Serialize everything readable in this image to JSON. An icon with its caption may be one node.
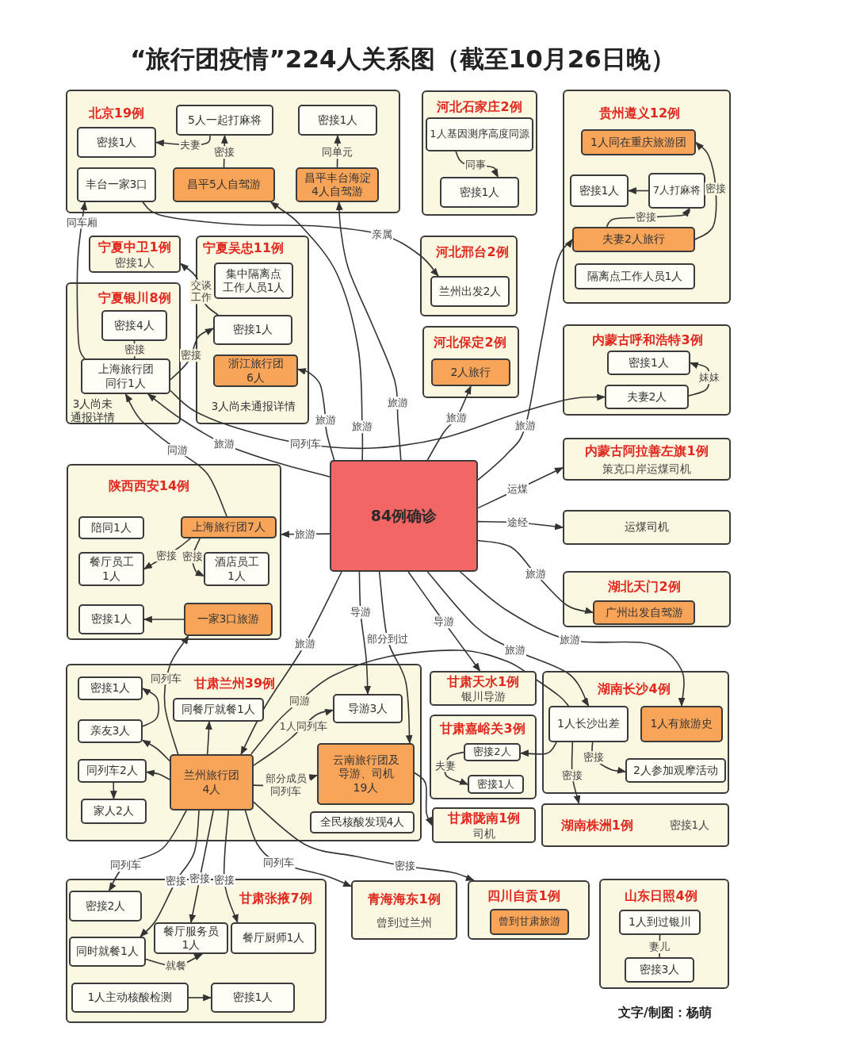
{
  "diagram": {
    "title": "“旅行团疫情”224人关系图（截至10月26日晚）",
    "nodes": [
      {
        "text": [
          "北京19例"
        ]
      },
      {
        "text": [
          "密接1人"
        ],
        "in": 0
      },
      {
        "text": [
          "5人一起打麻将"
        ],
        "in": 0
      },
      {
        "text": [
          "密接1人"
        ],
        "in": 0
      },
      {
        "text": [
          "丰台一家3口"
        ],
        "in": 0
      },
      {
        "text": [
          "昌平5人自驾游"
        ],
        "in": 0
      },
      {
        "text": [
          "昌平丰台海淀4人自驾游"
        ],
        "in": 0
      },
      {
        "text": [
          "河北石家庄2例"
        ]
      },
      {
        "text": [
          "1人基因测序高度同源"
        ],
        "in": 7
      },
      {
        "text": [
          "密接1人"
        ],
        "in": 7
      },
      {
        "text": [
          "贵州遵义12例"
        ]
      },
      {
        "text": [
          "1人同在重庆旅游团"
        ],
        "in": 10
      },
      {
        "text": [
          "密接1人"
        ],
        "in": 10
      },
      {
        "text": [
          "7人打麻将"
        ],
        "in": 10
      },
      {
        "text": [
          "夫妻2人旅行"
        ],
        "in": 10
      },
      {
        "text": [
          "隔离点工作人员1人"
        ],
        "in": 10
      },
      {
        "text": [
          "宁夏中卫1例",
          "密接1人"
        ]
      },
      {
        "text": [
          "宁夏吴忠11例",
          "3人尚未通报详情"
        ]
      },
      {
        "text": [
          "集中隔离点工作人员1人"
        ],
        "in": 17
      },
      {
        "text": [
          "密接1人"
        ],
        "in": 17
      },
      {
        "text": [
          "浙江旅行团6人"
        ],
        "in": 17
      },
      {
        "text": [
          "河北邢台2例"
        ]
      },
      {
        "text": [
          "兰州出发2人"
        ],
        "in": 21
      },
      {
        "text": [
          "宁夏银川8例",
          "3人尚未通报详情"
        ]
      },
      {
        "text": [
          "密接4人"
        ],
        "in": 23
      },
      {
        "text": [
          "上海旅行团同行1人"
        ],
        "in": 23
      },
      {
        "text": [
          "河北保定2例"
        ]
      },
      {
        "text": [
          "2人旅行"
        ],
        "in": 26
      },
      {
        "text": [
          "内蒙古呼和浩特3例"
        ]
      },
      {
        "text": [
          "密接1人"
        ],
        "in": 28
      },
      {
        "text": [
          "夫妻2人"
        ],
        "in": 28
      },
      {
        "text": [
          "内蒙古阿拉善左旗1例",
          "策克口岸运煤司机"
        ]
      },
      {
        "text": [
          "陕西西安14例"
        ]
      },
      {
        "text": [
          "陪同1人"
        ],
        "in": 32
      },
      {
        "text": [
          "上海旅行团7人"
        ],
        "in": 32
      },
      {
        "text": [
          "餐厅员工1人"
        ],
        "in": 32
      },
      {
        "text": [
          "酒店员工1人"
        ],
        "in": 32
      },
      {
        "text": [
          "密接1人"
        ],
        "in": 32
      },
      {
        "text": [
          "一家3口旅游"
        ],
        "in": 32
      },
      {
        "text": [
          "84例确诊"
        ]
      },
      {
        "text": [
          "运煤司机"
        ]
      },
      {
        "text": [
          "湖北天门2例"
        ]
      },
      {
        "text": [
          "广州出发自驾游"
        ],
        "in": 41
      },
      {
        "text": [
          "甘肃兰州39例"
        ]
      },
      {
        "text": [
          "密接1人"
        ],
        "in": 43
      },
      {
        "text": [
          "同餐厅就餐1人"
        ],
        "in": 43
      },
      {
        "text": [
          "导游3人"
        ],
        "in": 43
      },
      {
        "text": [
          "亲友3人"
        ],
        "in": 43
      },
      {
        "text": [
          "兰州旅行团4人"
        ],
        "in": 43
      },
      {
        "text": [
          "云南旅行团及导游、司机19人"
        ],
        "in": 43
      },
      {
        "text": [
          "同列车2人"
        ],
        "in": 43
      },
      {
        "text": [
          "家人2人"
        ],
        "in": 43
      },
      {
        "text": [
          "全民核酸发现4人"
        ],
        "in": 43
      },
      {
        "text": [
          "甘肃天水1例",
          "银川导游"
        ]
      },
      {
        "text": [
          "湖南长沙4例"
        ]
      },
      {
        "text": [
          "1人长沙出差"
        ],
        "in": 54
      },
      {
        "text": [
          "1人有旅游史"
        ],
        "in": 54
      },
      {
        "text": [
          "2人参加观摩活动"
        ],
        "in": 54
      },
      {
        "text": [
          "甘肃嘉峪关3例"
        ]
      },
      {
        "text": [
          "密接2人"
        ],
        "in": 58
      },
      {
        "text": [
          "密接1人"
        ],
        "in": 58
      },
      {
        "text": [
          "湖南株洲1例",
          "密接1人"
        ]
      },
      {
        "text": [
          "甘肃陇南1例",
          "司机"
        ]
      },
      {
        "text": [
          "甘肃张掖7例"
        ]
      },
      {
        "text": [
          "密接2人"
        ],
        "in": 63
      },
      {
        "text": [
          "餐厅服务员1人"
        ],
        "in": 63
      },
      {
        "text": [
          "餐厅厨师1人"
        ],
        "in": 63
      },
      {
        "text": [
          "同时就餐1人"
        ],
        "in": 63
      },
      {
        "text": [
          "1人主动核酸检测"
        ],
        "in": 63
      },
      {
        "text": [
          "密接1人"
        ],
        "in": 63
      },
      {
        "text": [
          "青海海东1例",
          "曾到过兰州"
        ]
      },
      {
        "text": [
          "四川自贡1例"
        ]
      },
      {
        "text": [
          "曾到甘肃旅游"
        ],
        "in": 71
      },
      {
        "text": [
          "山东日照4例"
        ]
      },
      {
        "text": [
          "1人到过银川"
        ],
        "in": 73
      },
      {
        "text": [
          "密接3人"
        ],
        "in": 73
      }
    ],
    "edges": [
      {
        "from": 2,
        "to": 1,
        "arrow": "to",
        "label": "夫妻"
      },
      {
        "from": 5,
        "to": 2,
        "arrow": "to",
        "label": "密接"
      },
      {
        "from": 6,
        "to": 3,
        "arrow": "to",
        "label": "同单元"
      },
      {
        "from": 8,
        "to": 9,
        "arrow": "to",
        "label": "同事"
      },
      {
        "from": 13,
        "to": 12,
        "arrow": "to"
      },
      {
        "from": 14,
        "to": 13,
        "arrow": "to",
        "label": "密接"
      },
      {
        "from": 14,
        "to": 11,
        "arrow": "to",
        "label": "密接"
      },
      {
        "from": 4,
        "to": 22,
        "arrow": "to",
        "label": "亲属"
      },
      {
        "from": 25,
        "to": 4,
        "arrow": "to",
        "label": "同车厢"
      },
      {
        "from": 19,
        "to": 16,
        "arrow": "to",
        "label": "交谈工作"
      },
      {
        "from": 25,
        "to": 24,
        "arrow": "none",
        "label": "密接"
      },
      {
        "from": 25,
        "to": 19,
        "arrow": "to",
        "label": "密接"
      },
      {
        "from": 30,
        "to": 29,
        "arrow": "to",
        "label": "妹妹"
      },
      {
        "from": 25,
        "to": 30,
        "arrow": "to",
        "label": "同列车"
      },
      {
        "from": 39,
        "to": 20,
        "arrow": "to",
        "label": "旅游"
      },
      {
        "from": 39,
        "to": 5,
        "arrow": "to",
        "label": "旅游"
      },
      {
        "from": 39,
        "to": 6,
        "arrow": "to",
        "label": "旅游"
      },
      {
        "from": 39,
        "to": 27,
        "arrow": "to",
        "label": "旅游"
      },
      {
        "from": 39,
        "to": 14,
        "arrow": "to",
        "label": "旅游"
      },
      {
        "from": 39,
        "to": 25,
        "arrow": "to",
        "label": "旅游"
      },
      {
        "from": 34,
        "to": 25,
        "arrow": "to",
        "label": "同游"
      },
      {
        "from": 39,
        "to": 32,
        "arrow": "to",
        "label": "旅游"
      },
      {
        "from": 34,
        "to": 35,
        "arrow": "to",
        "label": "密接"
      },
      {
        "from": 34,
        "to": 36,
        "arrow": "to",
        "label": "密接"
      },
      {
        "from": 38,
        "to": 37,
        "arrow": "to"
      },
      {
        "from": 39,
        "to": 31,
        "arrow": "to",
        "label": "运煤"
      },
      {
        "from": 39,
        "to": 40,
        "arrow": "to",
        "label": "途经"
      },
      {
        "from": 39,
        "to": 42,
        "arrow": "to",
        "label": "旅游"
      },
      {
        "from": 39,
        "to": 46,
        "arrow": "to",
        "label": "导游"
      },
      {
        "from": 39,
        "to": 49,
        "arrow": "to",
        "label": "部分到过"
      },
      {
        "from": 39,
        "to": 48,
        "arrow": "to",
        "label": "旅游"
      },
      {
        "from": 39,
        "to": 53,
        "arrow": "to",
        "label": "导游"
      },
      {
        "from": 39,
        "to": 55,
        "arrow": "to",
        "label": "旅游"
      },
      {
        "from": 39,
        "to": 56,
        "arrow": "to",
        "label": "旅游"
      },
      {
        "from": 48,
        "to": 38,
        "arrow": "to",
        "label": "同列车"
      },
      {
        "from": 47,
        "to": 44,
        "arrow": "to"
      },
      {
        "from": 48,
        "to": 47,
        "arrow": "to"
      },
      {
        "from": 48,
        "to": 45,
        "arrow": "to"
      },
      {
        "from": 48,
        "to": 50,
        "arrow": "to"
      },
      {
        "from": 50,
        "to": 51,
        "arrow": "to"
      },
      {
        "from": 48,
        "to": 46,
        "arrow": "to",
        "label": "1人同列车"
      },
      {
        "from": 48,
        "to": 49,
        "arrow": "to",
        "label": "部分成员同列车"
      },
      {
        "from": 48,
        "to": 55,
        "arrow": "none",
        "label": "同游"
      },
      {
        "from": 49,
        "to": 62,
        "arrow": "to"
      },
      {
        "from": 55,
        "to": 59,
        "arrow": "to"
      },
      {
        "from": 59,
        "to": 60,
        "arrow": "to",
        "label": "夫妻"
      },
      {
        "from": 55,
        "to": 57,
        "arrow": "to",
        "label": "密接"
      },
      {
        "from": 55,
        "to": 61,
        "arrow": "to",
        "label": "密接"
      },
      {
        "from": 48,
        "to": 64,
        "arrow": "to",
        "label": "同列车"
      },
      {
        "from": 48,
        "to": 67,
        "arrow": "to",
        "label": "密接"
      },
      {
        "from": 48,
        "to": 65,
        "arrow": "to",
        "label": "密接"
      },
      {
        "from": 48,
        "to": 66,
        "arrow": "to",
        "label": "密接"
      },
      {
        "from": 67,
        "to": 65,
        "arrow": "to",
        "label": "就餐"
      },
      {
        "from": 68,
        "to": 69,
        "arrow": "to"
      },
      {
        "from": 48,
        "to": 70,
        "arrow": "to",
        "label": "同列车"
      },
      {
        "from": 48,
        "to": 71,
        "arrow": "to",
        "label": "密接"
      },
      {
        "from": 74,
        "to": 75,
        "arrow": "none",
        "label": "妻儿"
      }
    ],
    "labels": [
      "文字/制图：杨萌"
    ]
  }
}
